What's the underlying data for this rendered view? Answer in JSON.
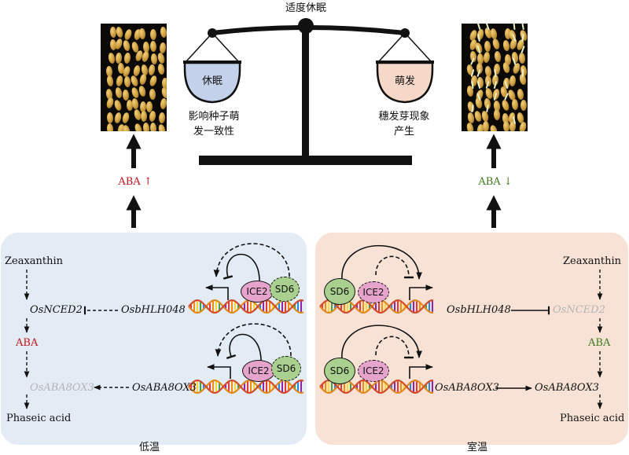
{
  "title": "适度休眠",
  "scale": {
    "left_pan": "休眠",
    "right_pan": "萌发",
    "left_caption_1": "影响种子萌",
    "left_caption_2": "发一致性",
    "right_caption_1": "穗发芽现象",
    "right_caption_2": "产生"
  },
  "left": {
    "aba_signal": "ABA ↑",
    "zeaxanthin": "Zeaxanthin",
    "osnced2": "OsNCED2",
    "osbhlh048": "OsbHLH048",
    "aba": "ABA",
    "osaba8ox3_faded": "OsABA8OX3",
    "osaba8ox3": "OsABA8OX3",
    "phaseic_acid": "Phaseic acid",
    "ice2_top": "ICE2",
    "sd6_top": "SD6",
    "ice2_bottom": "ICE2",
    "sd6_bottom": "SD6",
    "condition": "低温"
  },
  "right": {
    "aba_signal": "ABA ↓",
    "zeaxanthin": "Zeaxanthin",
    "osnced2_faded": "OsNCED2",
    "osbhlh048": "OsbHLH048",
    "aba": "ABA",
    "osaba8ox3_gene": "OsABA8OX3",
    "osaba8ox3": "OsABA8OX3",
    "phaseic_acid": "Phaseic acid",
    "sd6_top": "SD6",
    "ice2_top": "ICE2",
    "sd6_bottom": "SD6",
    "ice2_bottom": "ICE2",
    "condition": "室温"
  },
  "colors": {
    "low_temp_panel": "#e3ebf5",
    "room_temp_panel": "#f8e2d6",
    "aba_up": "#c0141c",
    "aba_down": "#3f7a1e",
    "faded_text": "#b5b5b5",
    "ice2_fill": "#e6a3cc",
    "sd6_fill": "#a9d08e",
    "dormancy_pan": "#c4d1ea",
    "germination_pan": "#f6d8c8"
  }
}
